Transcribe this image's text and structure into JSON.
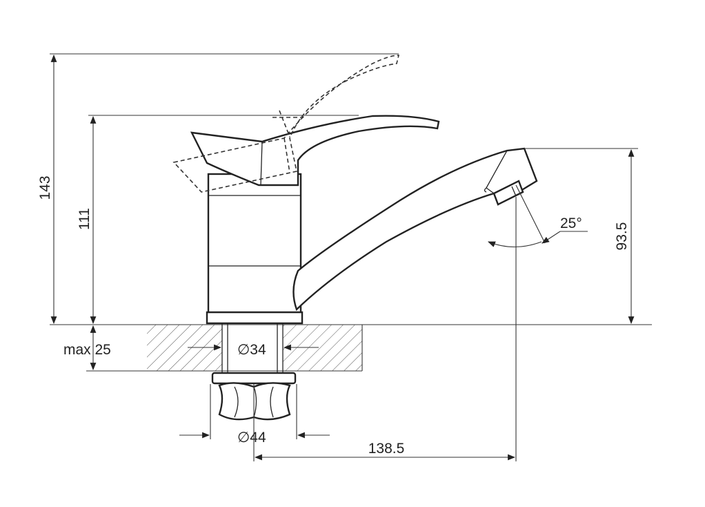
{
  "title": "Faucet dimension drawing",
  "dimensions": {
    "total_height": "143",
    "handle_height": "111",
    "spout_height": "93.5",
    "max_counter_thickness": "max 25",
    "mount_diameter": "∅34",
    "nut_diameter": "∅44",
    "spout_reach": "138.5",
    "spout_angle": "25°"
  },
  "colors": {
    "line": "#222222",
    "background": "#ffffff"
  }
}
